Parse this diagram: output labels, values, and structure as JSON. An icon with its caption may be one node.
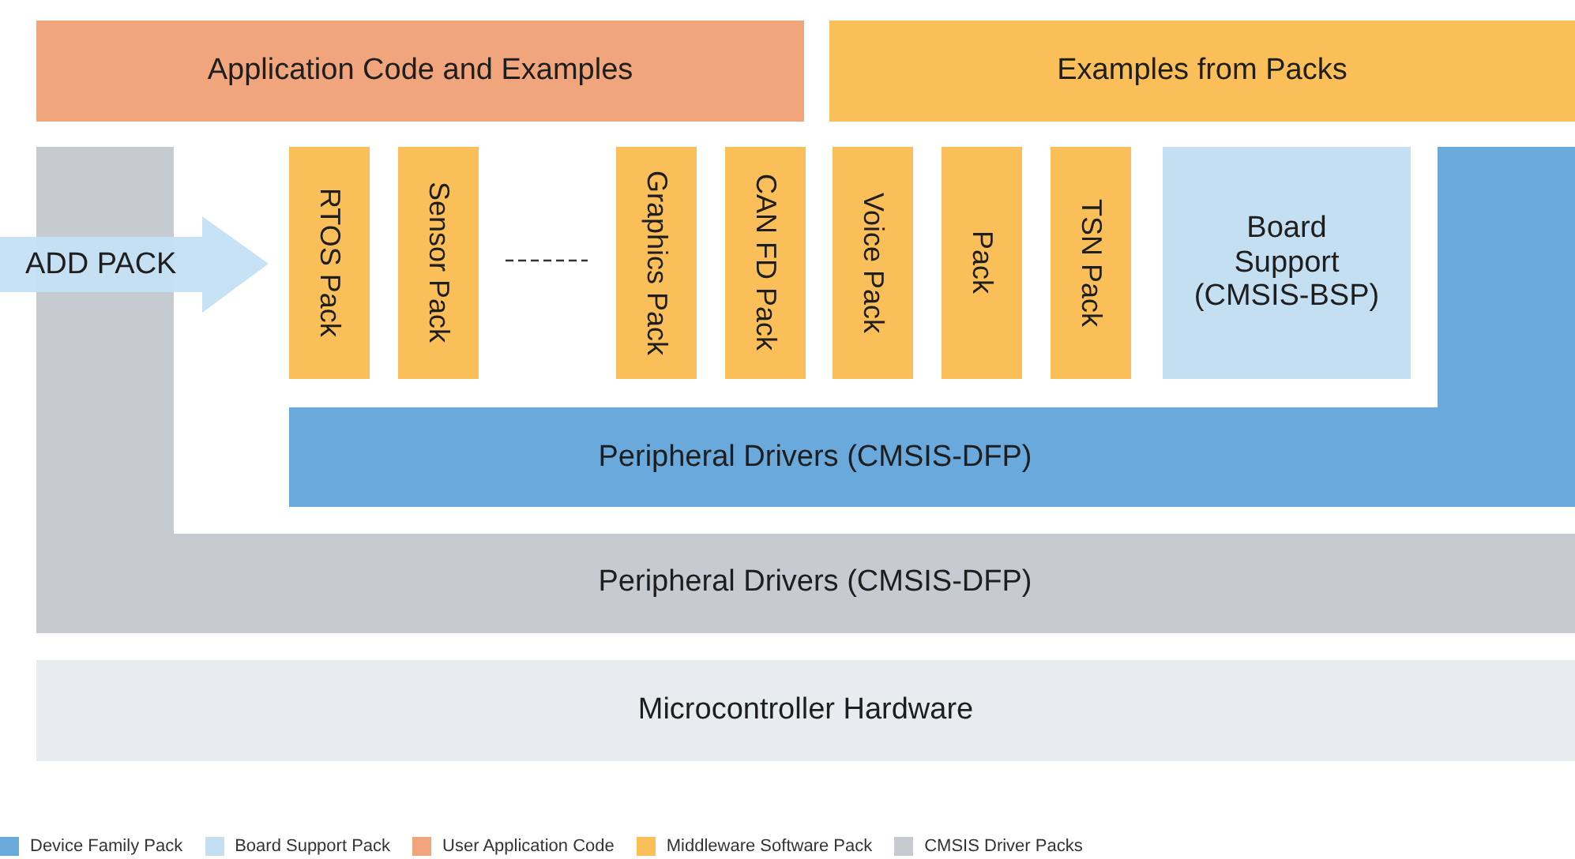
{
  "diagram": {
    "nodes": [
      {
        "text": [
          "Application Code and Examples"
        ]
      },
      {
        "text": [
          "Examples from Packs"
        ]
      },
      {
        "text": [
          "ADD PACK"
        ]
      },
      {
        "text": [
          "RTOS Pack"
        ]
      },
      {
        "text": [
          "Sensor Pack"
        ]
      },
      {
        "text": [
          "Graphics Pack"
        ]
      },
      {
        "text": [
          "CAN FD Pack"
        ]
      },
      {
        "text": [
          "Voice Pack"
        ]
      },
      {
        "text": [
          "Pack"
        ]
      },
      {
        "text": [
          "TSN Pack"
        ]
      },
      {
        "text": [
          "Board Support (CMSIS-BSP)"
        ]
      },
      {
        "text": [
          "Peripheral Drivers (CMSIS-DFP)"
        ]
      },
      {
        "text": [
          "Peripheral Drivers (CMSIS-DFP)"
        ]
      },
      {
        "text": [
          "Microcontroller Hardware"
        ]
      }
    ],
    "legend": [
      {
        "text": "Device Family Pack",
        "color": "#6aa9dc"
      },
      {
        "text": "Board Support Pack",
        "color": "#c5dff2"
      },
      {
        "text": "User Application Code",
        "color": "#f0a57c"
      },
      {
        "text": "Middleware Software Pack",
        "color": "#fbbf5a"
      },
      {
        "text": "CMSIS Driver Packs",
        "color": "#c5cbd1"
      }
    ]
  }
}
